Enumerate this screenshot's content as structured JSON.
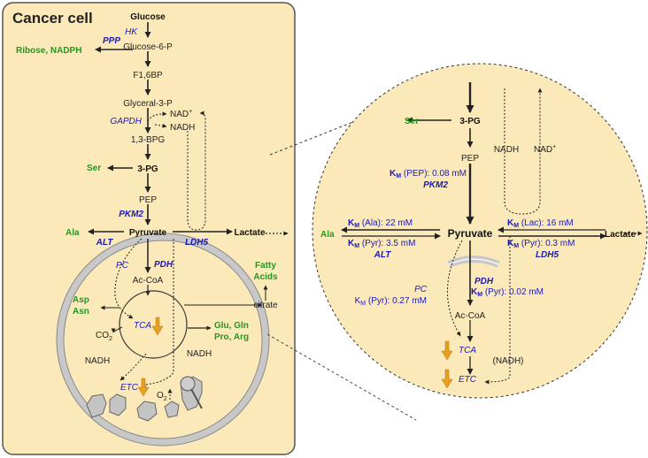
{
  "colors": {
    "cell_fill": "#fbe9b9",
    "cell_border": "#555555",
    "metabolite": "#222222",
    "enzyme": "#1a1ab8",
    "output": "#1f9a1f",
    "tca_arrow": "#e8a020",
    "membrane": "#c8c8c8"
  },
  "cell": {
    "title": "Cancer cell",
    "metabolites": {
      "glucose": "Glucose",
      "g6p": "Glucose-6-P",
      "f16bp": "F1,6BP",
      "g3p": "Glyceral-3-P",
      "bpg": "1,3-BPG",
      "pg3": "3-PG",
      "pep": "PEP",
      "pyruvate": "Pyruvate",
      "lactate": "Lactate",
      "nad": "NAD",
      "nad_sup": "+",
      "nadh": "NADH",
      "accoa": "Ac-CoA",
      "citrate": "citrate",
      "co2": "CO",
      "co2_sub": "2",
      "nadh_mito1": "NADH",
      "nadh_mito2": "NADH",
      "o2": "O",
      "o2_sub": "2"
    },
    "enzymes": {
      "hk": "HK",
      "ppp": "PPP",
      "gapdh": "GAPDH",
      "pkm2": "PKM2",
      "alt": "ALT",
      "pdh": "PDH",
      "ldh5": "LDH5",
      "pc": "PC",
      "tca": "TCA",
      "etc": "ETC"
    },
    "outputs": {
      "ribose": "Ribose, NADPH",
      "ser": "Ser",
      "ala": "Ala",
      "fatty1": "Fatty",
      "fatty2": "Acids",
      "asp": "Asp",
      "asn": "Asn",
      "glu": "Glu, Gln",
      "pro": "Pro, Arg"
    }
  },
  "zoom": {
    "metabolites": {
      "pg3": "3-PG",
      "pep": "PEP",
      "nadh": "NADH",
      "nad": "NAD",
      "nad_sup": "+",
      "pyruvate": "Pyruvate",
      "lactate": "Lactate",
      "accoa": "Ac-CoA",
      "nadh_paren": "(NADH)"
    },
    "outputs": {
      "ser": "Ser",
      "ala": "Ala"
    },
    "enzymes": {
      "pkm2": "PKM2",
      "alt": "ALT",
      "ldh5": "LDH5",
      "pdh": "PDH",
      "pc": "PC",
      "tca": "TCA",
      "etc": "ETC"
    },
    "km": {
      "k": "K",
      "m": "M",
      "pep_text": " (PEP): 0.08 mM",
      "ala_text": " (Ala):  22 mM",
      "pyr_alt_text": " (Pyr): 3.5 mM",
      "lac_text": " (Lac): 16 mM",
      "pyr_ldh_text": " (Pyr): 0.3 mM",
      "pyr_pdh_text": " (Pyr): 0.02 mM",
      "pyr_pc_text": " (Pyr): 0.27 mM"
    }
  }
}
